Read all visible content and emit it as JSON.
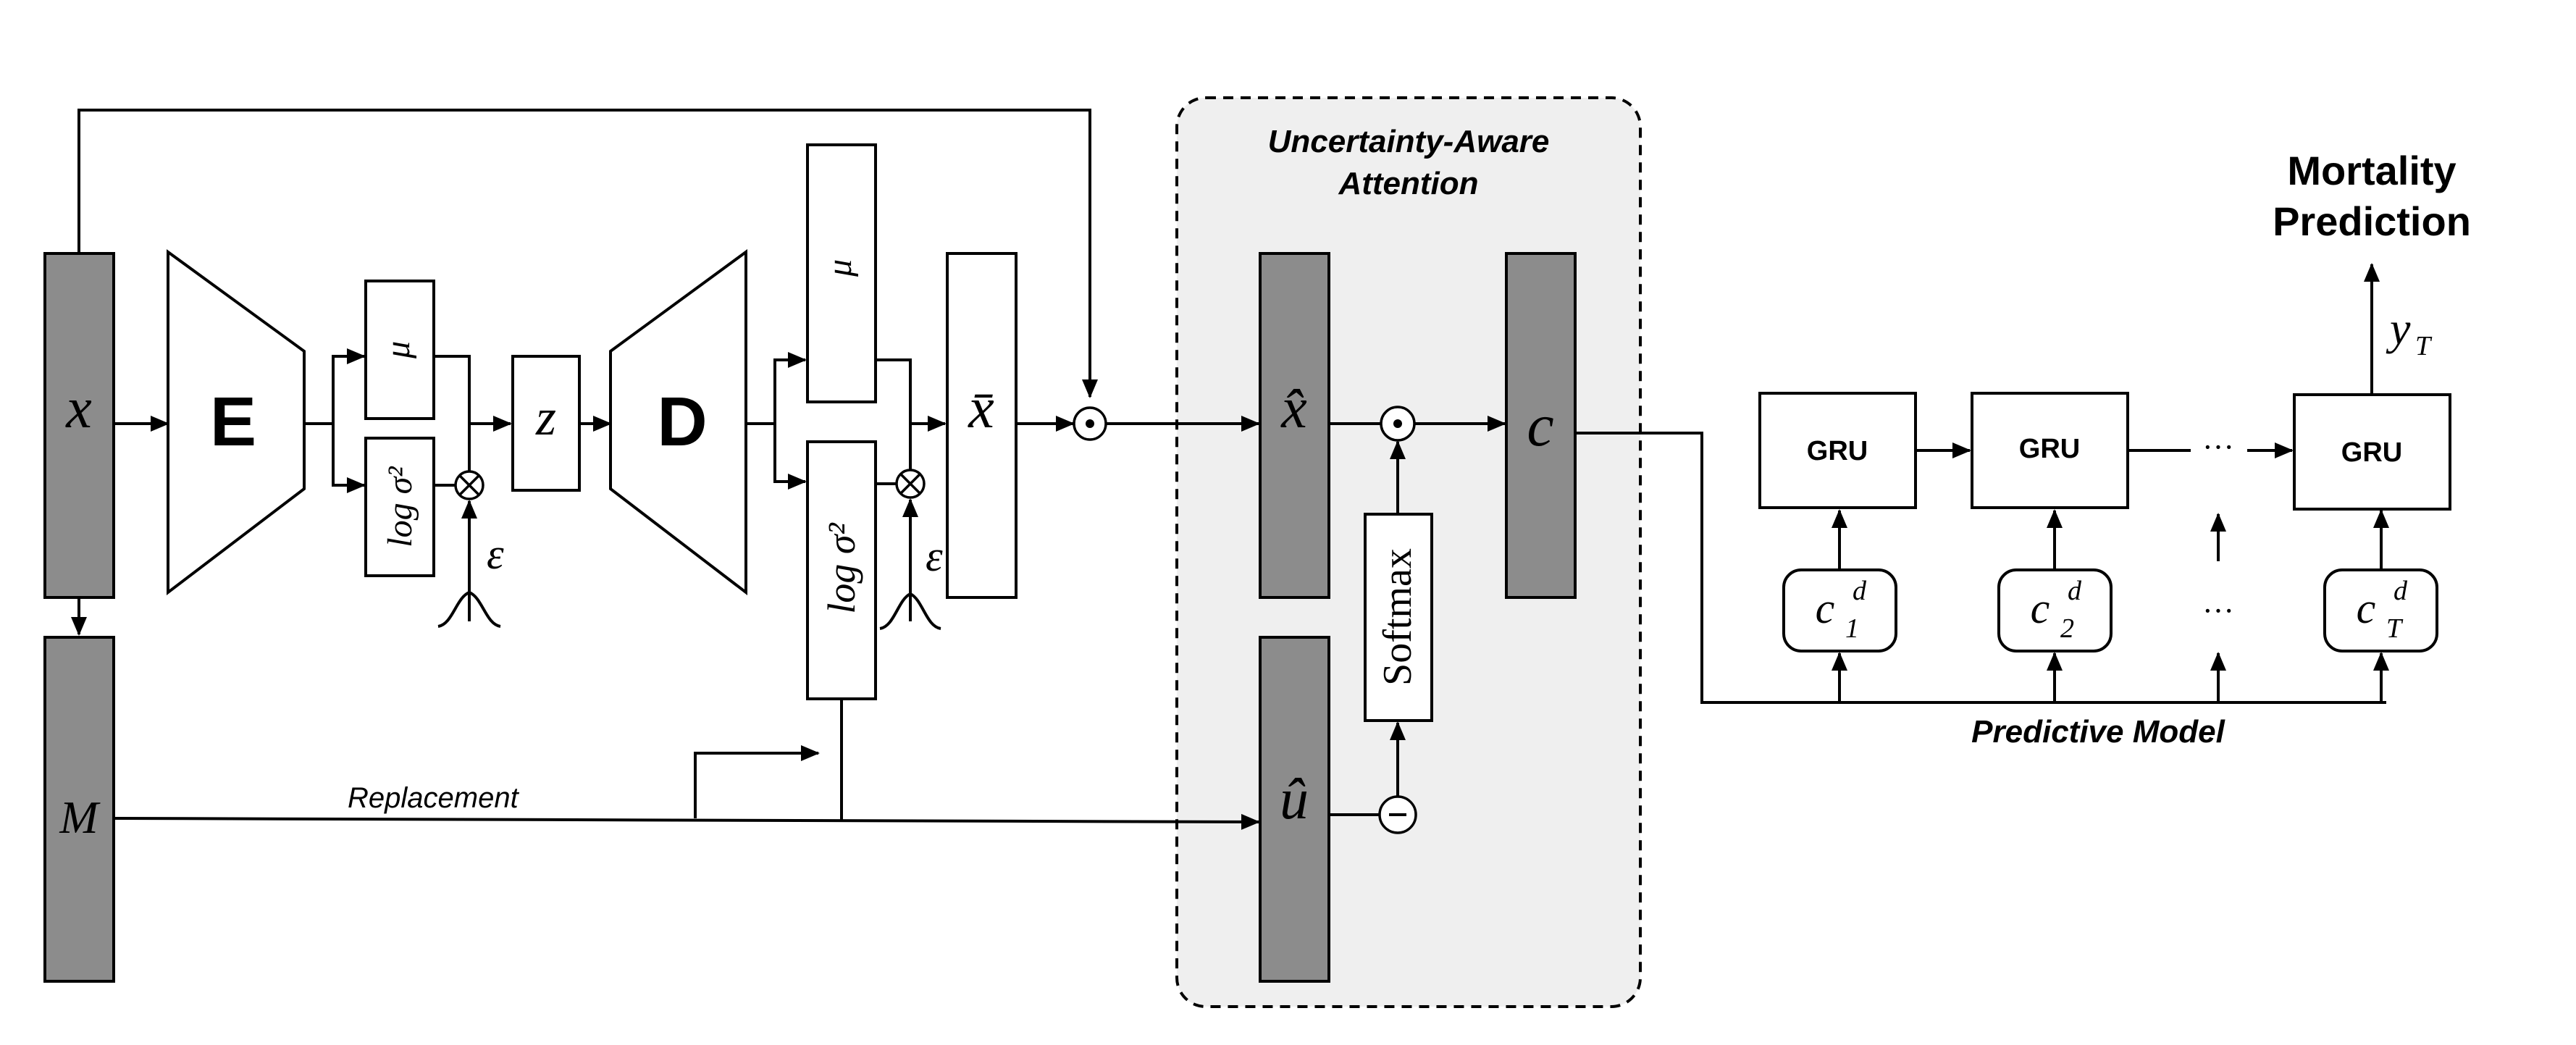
{
  "nodes": {
    "x": "x",
    "m": "M",
    "encoder": "E",
    "decoder": "D",
    "mu": "μ",
    "mu2": "μ",
    "logvar": "log σ²",
    "logvar2": "log σ²",
    "epsilon": "ε",
    "epsilon2": "ε",
    "z": "z",
    "x_bar": "x̄",
    "x_hat": "x̂",
    "u_hat": "û",
    "c": "c",
    "softmax": "Softmax"
  },
  "labels": {
    "replacement": "Replacement",
    "attention_title_1": "Uncertainty-Aware",
    "attention_title_2": "Attention",
    "predictive_model": "Predictive Model",
    "output_title_1": "Mortality",
    "output_title_2": "Prediction",
    "output": "y",
    "output_sub": "T",
    "ellipsis": "···"
  },
  "gru": {
    "label": "GRU"
  },
  "inputs": [
    {
      "base": "c",
      "sup": "d",
      "sub": "1"
    },
    {
      "base": "c",
      "sup": "d",
      "sub": "2"
    },
    {
      "base": "c",
      "sup": "d",
      "sub": "T"
    }
  ],
  "colors": {
    "grey_block": "#8c8c8c",
    "attention_bg": "#efefef"
  }
}
